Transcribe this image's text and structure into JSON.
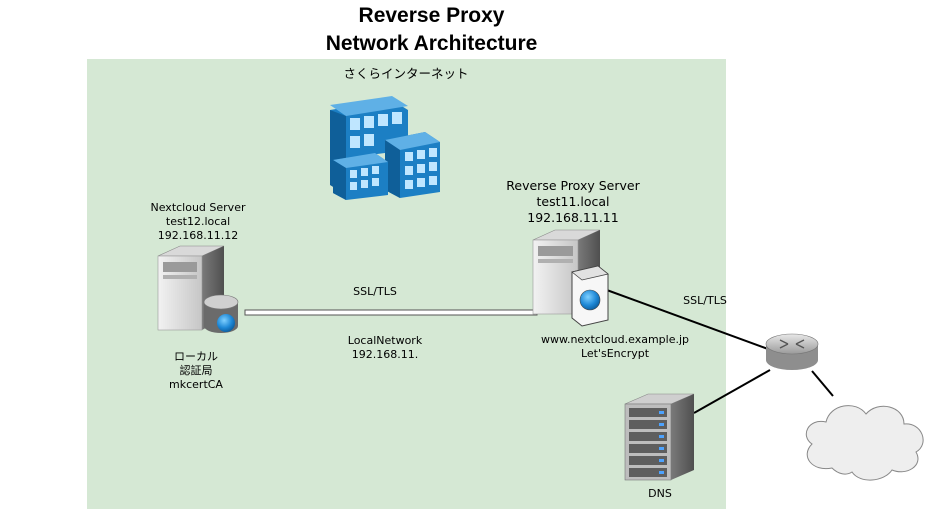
{
  "title": {
    "line1": "Reverse Proxy",
    "line2": "Network Architecture"
  },
  "zone": {
    "label": "さくらインターネット",
    "fill": "#d5e8d4"
  },
  "nextcloud_server": {
    "name": "Nextcloud Server",
    "host": "test12.local",
    "ip": "192.168.11.12"
  },
  "local_ca": {
    "line1": "ローカル",
    "line2": "認証局",
    "line3": "mkcertCA"
  },
  "link_local": {
    "protocol": "SSL/TLS",
    "network_name": "LocalNetwork",
    "network_addr": "192.168.11."
  },
  "reverse_proxy": {
    "name": "Reverse Proxy Server",
    "host": "test11.local",
    "ip": "192.168.11.11"
  },
  "certificate": {
    "domain": "www.nextcloud.example.jp",
    "issuer": "Let'sEncrypt"
  },
  "link_external": {
    "protocol": "SSL/TLS"
  },
  "dns": {
    "label": "DNS"
  },
  "icons": {
    "buildings": "office-buildings-icon",
    "server": "tower-server-icon",
    "database": "database-icon",
    "certificate": "certificate-icon",
    "router": "router-icon",
    "cloud": "cloud-icon",
    "rack": "rack-server-icon"
  },
  "colors": {
    "building_blue": "#1c7fc4",
    "server_gray": "#8c8c8c",
    "cloud_gray": "#eeeeee"
  }
}
